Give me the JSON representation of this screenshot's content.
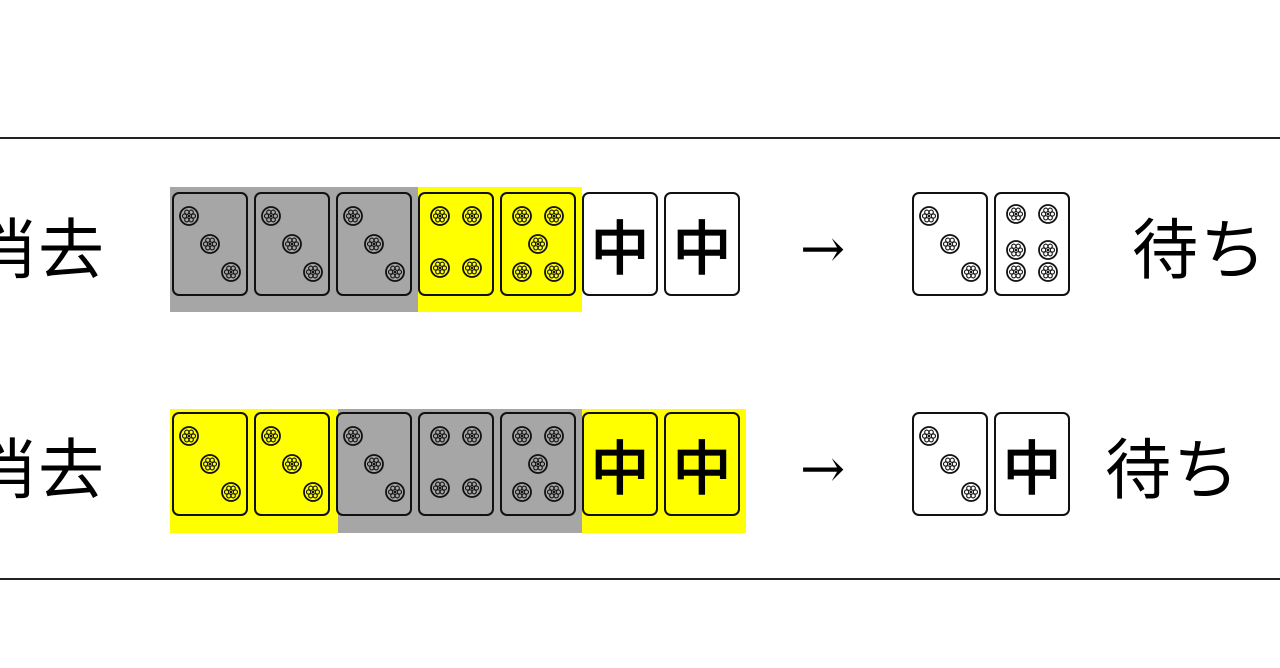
{
  "colors": {
    "grey": "#a6a6a6",
    "yellow": "#ffff00",
    "white": "#ffffff",
    "border": "#111111"
  },
  "rows": [
    {
      "prefix": "消去",
      "arrow": "→",
      "wait_label": "待ち",
      "hand": [
        {
          "kind": "pin",
          "rank": 3,
          "fill": "grey"
        },
        {
          "kind": "pin",
          "rank": 3,
          "fill": "grey"
        },
        {
          "kind": "pin",
          "rank": 3,
          "fill": "grey"
        },
        {
          "kind": "pin",
          "rank": 4,
          "fill": "yellow"
        },
        {
          "kind": "pin",
          "rank": 5,
          "fill": "yellow"
        },
        {
          "kind": "dragon",
          "text": "中",
          "fill": "white"
        },
        {
          "kind": "dragon",
          "text": "中",
          "fill": "white"
        }
      ],
      "waits": [
        {
          "kind": "pin",
          "rank": 3,
          "fill": "white"
        },
        {
          "kind": "pin",
          "rank": 6,
          "fill": "white"
        }
      ]
    },
    {
      "prefix": "消去",
      "arrow": "→",
      "wait_label": "待ち",
      "hand": [
        {
          "kind": "pin",
          "rank": 3,
          "fill": "yellow"
        },
        {
          "kind": "pin",
          "rank": 3,
          "fill": "yellow"
        },
        {
          "kind": "pin",
          "rank": 3,
          "fill": "grey"
        },
        {
          "kind": "pin",
          "rank": 4,
          "fill": "grey"
        },
        {
          "kind": "pin",
          "rank": 5,
          "fill": "grey"
        },
        {
          "kind": "dragon",
          "text": "中",
          "fill": "yellow"
        },
        {
          "kind": "dragon",
          "text": "中",
          "fill": "yellow"
        }
      ],
      "waits": [
        {
          "kind": "pin",
          "rank": 3,
          "fill": "white"
        },
        {
          "kind": "dragon",
          "text": "中",
          "fill": "white"
        }
      ]
    }
  ]
}
